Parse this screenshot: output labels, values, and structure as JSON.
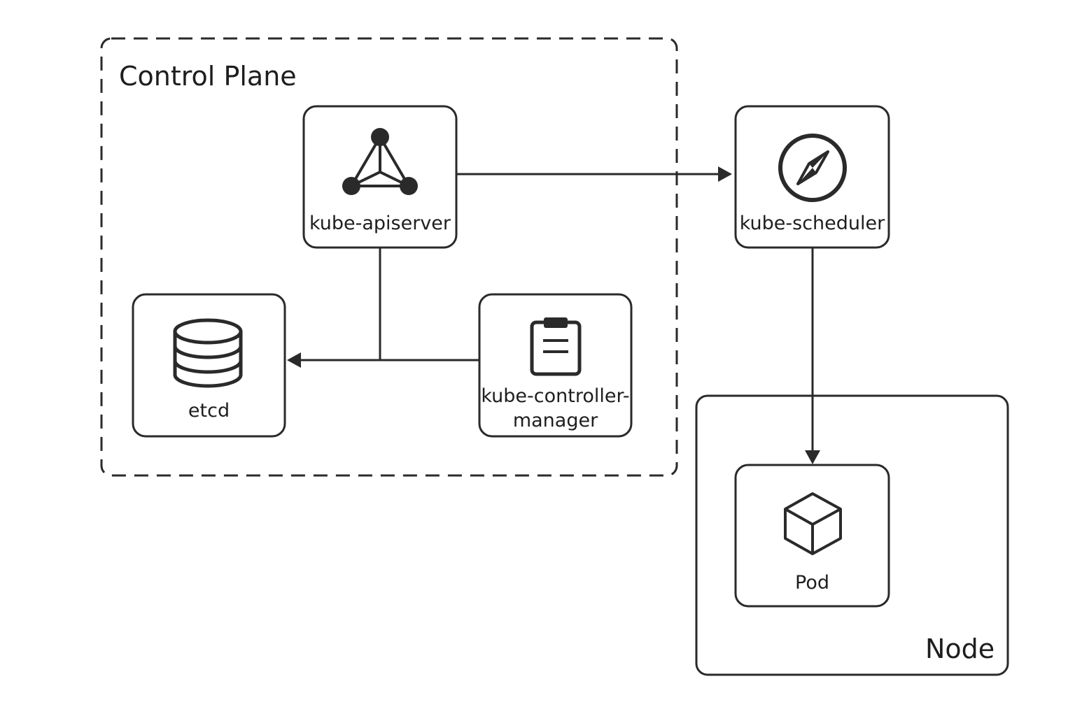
{
  "groups": {
    "control_plane": "Control Plane",
    "node": "Node"
  },
  "components": {
    "apiserver": {
      "label": "kube-apiserver",
      "icon": "network-triangle-icon"
    },
    "scheduler": {
      "label": "kube-scheduler",
      "icon": "compass-icon"
    },
    "etcd": {
      "label": "etcd",
      "icon": "database-icon"
    },
    "controller_manager": {
      "label_line1": "kube-controller-",
      "label_line2": "manager",
      "icon": "clipboard-icon"
    },
    "pod": {
      "label": "Pod",
      "icon": "cube-icon"
    }
  },
  "connections": [
    {
      "from": "kube-apiserver",
      "to": "kube-scheduler"
    },
    {
      "from": "kube-apiserver",
      "to": "etcd"
    },
    {
      "from": "kube-controller-manager",
      "to": "etcd"
    },
    {
      "from": "kube-scheduler",
      "to": "Pod"
    }
  ],
  "colors": {
    "stroke": "#2a2a2a",
    "background": "#ffffff"
  }
}
